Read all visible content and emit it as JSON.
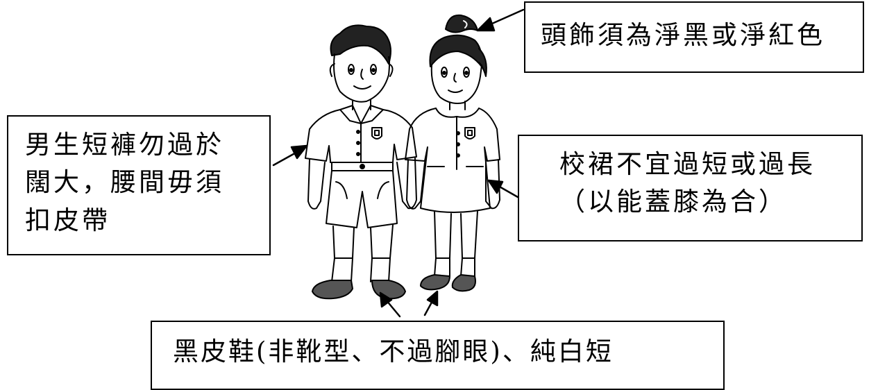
{
  "callouts": {
    "headwear": [
      "頭飾須為淨黑或淨紅色"
    ],
    "shorts": [
      "男生短褲勿過於",
      "闊大，腰間毋須",
      "扣皮帶"
    ],
    "skirt": [
      "校裙不宜過短或過長",
      "（以能蓋膝為合）"
    ],
    "shoes": [
      "黑皮鞋(非靴型、不過腳眼)、純白短"
    ]
  },
  "colors": {
    "line": "#000000",
    "paper": "#ffffff"
  }
}
